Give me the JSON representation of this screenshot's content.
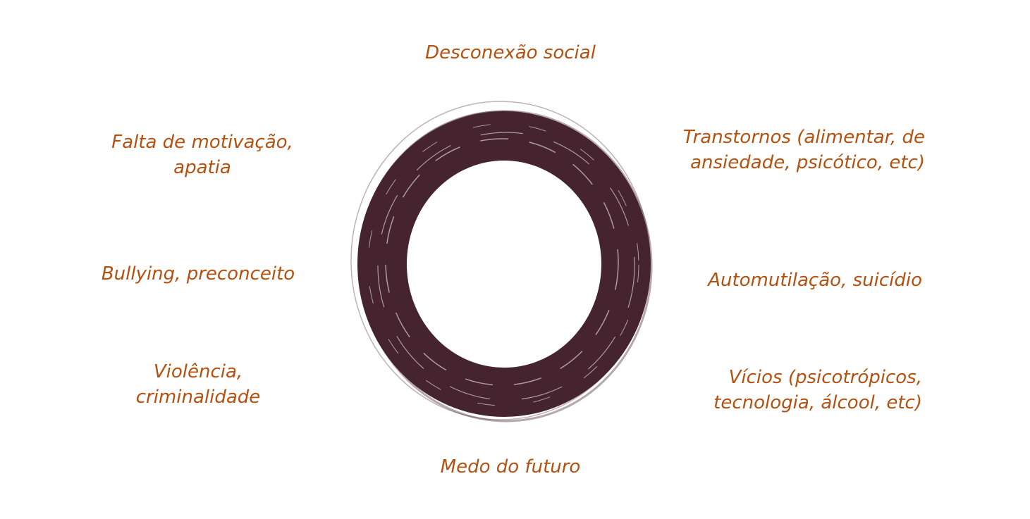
{
  "colors": {
    "label": "#b5500f",
    "ring": "#45242f"
  },
  "center_icon": "brush-stroke-circle-icon",
  "labels": {
    "top": "Desconexão social",
    "top_right": [
      "Transtornos (alimentar, de",
      "ansiedade, psicótico, etc)"
    ],
    "right": "Automutilação, suicídio",
    "bottom_right": [
      "Vícios (psicotrópicos,",
      "tecnologia, álcool, etc)"
    ],
    "bottom": "Medo do futuro",
    "bottom_left": [
      "Violência,",
      "criminalidade"
    ],
    "left": "Bullying, preconceito",
    "top_left": [
      "Falta de motivação,",
      "apatia"
    ]
  }
}
